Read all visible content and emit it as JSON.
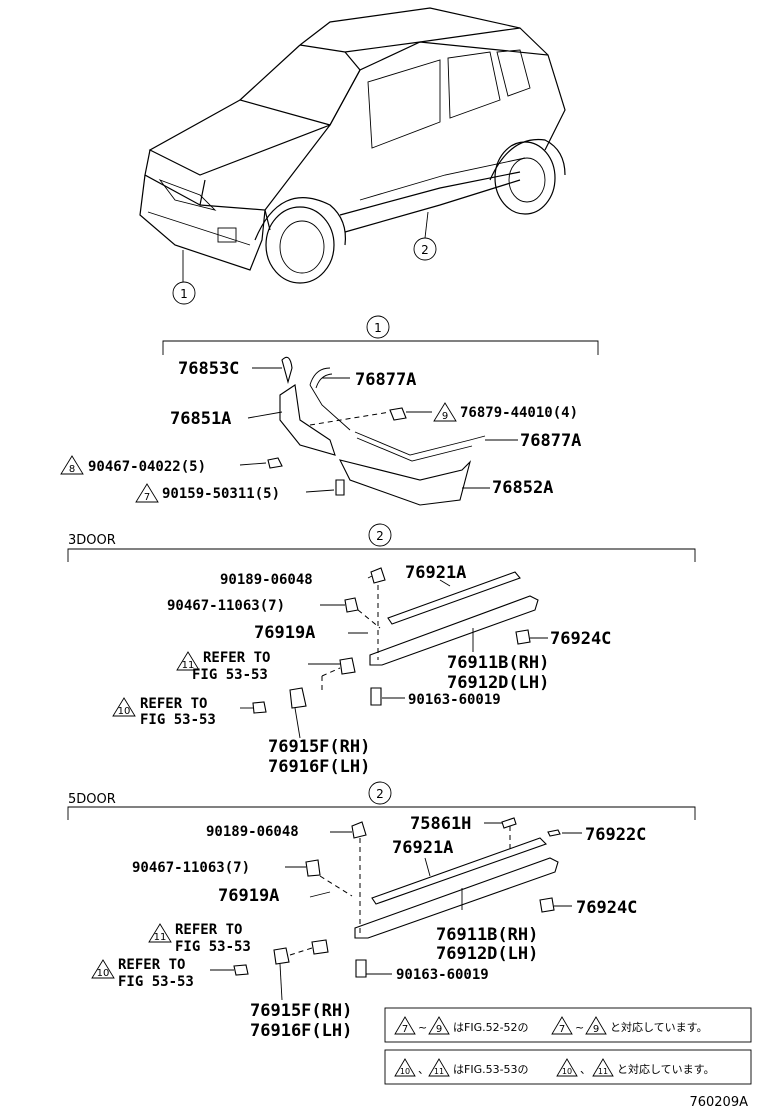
{
  "overview": {
    "callouts": [
      "1",
      "2"
    ]
  },
  "section1": {
    "number": "1",
    "labels": {
      "p76853C": "76853C",
      "p76877A_top": "76877A",
      "p76851A": "76851A",
      "p76879": "76879-44010(4)",
      "p76877A_mid": "76877A",
      "p90467": "90467-04022(5)",
      "p76852A": "76852A",
      "p90159": "90159-50311(5)"
    },
    "triangles": {
      "t9": "9",
      "t8": "8",
      "t7": "7"
    }
  },
  "section2": {
    "title": "3DOOR",
    "number": "2",
    "labels": {
      "p90189": "90189-06048",
      "p76921A": "76921A",
      "p90467": "90467-11063(7)",
      "p76919A": "76919A",
      "p76924C": "76924C",
      "refer11_a": "REFER TO",
      "refer11_b": "FIG 53-53",
      "p76911B": "76911B(RH)",
      "p76912D": "76912D(LH)",
      "refer10_a": "REFER TO",
      "refer10_b": "FIG 53-53",
      "p90163": "90163-60019",
      "p76915F": "76915F(RH)",
      "p76916F": "76916F(LH)"
    },
    "triangles": {
      "t11": "11",
      "t10": "10"
    }
  },
  "section3": {
    "title": "5DOOR",
    "number": "2",
    "labels": {
      "p90189": "90189-06048",
      "p75861H": "75861H",
      "p76922C": "76922C",
      "p76921A": "76921A",
      "p90467": "90467-11063(7)",
      "p76919A": "76919A",
      "p76924C": "76924C",
      "refer11_a": "REFER TO",
      "refer11_b": "FIG 53-53",
      "p76911B": "76911B(RH)",
      "p76912D": "76912D(LH)",
      "refer10_a": "REFER TO",
      "refer10_b": "FIG 53-53",
      "p90163": "90163-60019",
      "p76915F": "76915F(RH)",
      "p76916F": "76916F(LH)"
    },
    "triangles": {
      "t11": "11",
      "t10": "10"
    }
  },
  "notes": {
    "note1": {
      "a": "7",
      "sep1": "~",
      "b": "9",
      "mid": "はFIG.52-52の",
      "c": "7",
      "sep2": "~",
      "d": "9",
      "end": "と対応しています。"
    },
    "note2": {
      "a": "10",
      "sep1": "、",
      "b": "11",
      "mid": "はFIG.53-53の",
      "c": "10",
      "sep2": "、",
      "d": "11",
      "end": "と対応しています。"
    }
  },
  "figure_code": "760209A"
}
